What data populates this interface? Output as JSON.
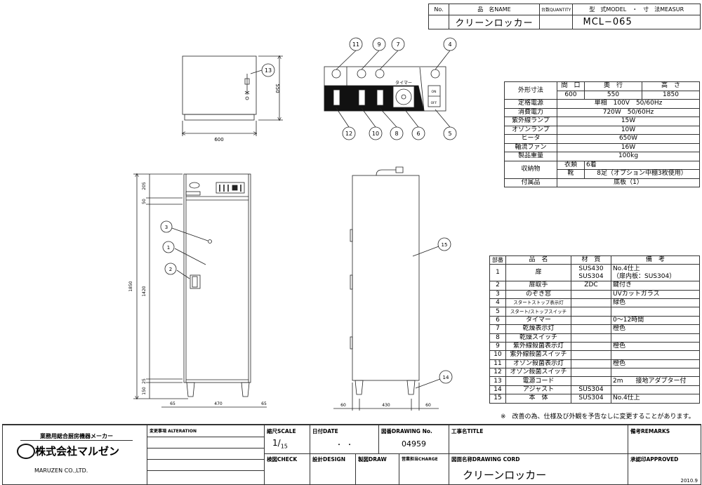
{
  "header": {
    "col_no": "No.",
    "col_name": "品　名NAME",
    "col_qty": "台数QUANTITY",
    "col_model": "型　式MODEL　・　寸　法MEASUR",
    "product_name": "クリーンロッカー",
    "model": "MCL−065"
  },
  "spec": {
    "dims_label": "外形寸法",
    "width_label": "間　口",
    "depth_label": "奥　行",
    "height_label": "高　さ",
    "width": "600",
    "depth": "550",
    "height": "1850",
    "rows": [
      {
        "label": "定格電源",
        "value": "単相　100V　50/60Hz"
      },
      {
        "label": "消費電力",
        "value": "720W　50/60Hz"
      },
      {
        "label": "紫外線ランプ",
        "value": "15W"
      },
      {
        "label": "オゾンランプ",
        "value": "10W"
      },
      {
        "label": "ヒータ",
        "value": "650W"
      },
      {
        "label": "軸流ファン",
        "value": "16W"
      },
      {
        "label": "製品重量",
        "value": "100kg"
      }
    ],
    "storage_label": "収納物",
    "clothes_label": "衣類",
    "clothes_value": "6着",
    "shoes_label": "靴",
    "shoes_value": "8足（オプション中棚3枚使用）",
    "accessory_label": "付属品",
    "accessory_value": "底板（1）"
  },
  "parts": {
    "headers": [
      "部番",
      "品　名",
      "材　質",
      "備　考"
    ],
    "rows": [
      {
        "no": "1",
        "name": "扉",
        "material": "SUS430",
        "note": "No.4仕上",
        "material2": "SUS304",
        "note2": "（扉内板：SUS304）"
      },
      {
        "no": "2",
        "name": "扉取手",
        "material": "ZDC",
        "note": "鍵付き"
      },
      {
        "no": "3",
        "name": "のぞき窓",
        "material": "",
        "note": "UVカットガラス"
      },
      {
        "no": "4",
        "name": "スタートストップ表示灯",
        "material": "",
        "note": "緑色"
      },
      {
        "no": "5",
        "name": "スタート/ストップスイッチ",
        "material": "",
        "note": ""
      },
      {
        "no": "6",
        "name": "タイマー",
        "material": "",
        "note": "0〜12時間"
      },
      {
        "no": "7",
        "name": "乾燥表示灯",
        "material": "",
        "note": "橙色"
      },
      {
        "no": "8",
        "name": "乾燥スイッチ",
        "material": "",
        "note": ""
      },
      {
        "no": "9",
        "name": "紫外線殺菌表示灯",
        "material": "",
        "note": "橙色"
      },
      {
        "no": "10",
        "name": "紫外線殺菌スイッチ",
        "material": "",
        "note": ""
      },
      {
        "no": "11",
        "name": "オゾン殺菌表示灯",
        "material": "",
        "note": "橙色"
      },
      {
        "no": "12",
        "name": "オゾン殺菌スイッチ",
        "material": "",
        "note": ""
      },
      {
        "no": "13",
        "name": "電源コード",
        "material": "",
        "note": "2m　　接地アダプター付"
      },
      {
        "no": "14",
        "name": "アジャスト",
        "material": "SUS304",
        "note": ""
      },
      {
        "no": "15",
        "name": "本　体",
        "material": "SUS304",
        "note": "No.4仕上"
      }
    ],
    "footnote": "※　改善の為、仕様及び外観を予告なしに変更することがあります。"
  },
  "drawing": {
    "top_view": {
      "width_dim": "600",
      "depth_dim": "550",
      "callout": "13"
    },
    "panel": {
      "timer_label": "タイマー",
      "on_label": "ON",
      "off_label": "OFF",
      "callouts_top": [
        "11",
        "9",
        "7",
        "4"
      ],
      "callouts_bottom": [
        "12",
        "10",
        "8",
        "6",
        "5"
      ]
    },
    "front_view": {
      "total_height": "1850",
      "dims_v": [
        "205",
        "50",
        "1420",
        "25",
        "150"
      ],
      "dims_h": [
        "65",
        "470",
        "65"
      ],
      "callouts": [
        "3",
        "1",
        "2"
      ]
    },
    "side_view": {
      "dims_h": [
        "60",
        "430",
        "60"
      ],
      "callouts": [
        "15",
        "14"
      ]
    }
  },
  "title_block": {
    "maker_tagline": "業務用総合厨房機器メーカー",
    "company_jp": "株式会社マルゼン",
    "company_en": "MARUZEN CO.,LTD.",
    "alteration": "変更事項 ALTERATION",
    "scale_label": "縮尺SCALE",
    "scale_num": "1",
    "scale_den": "15",
    "date_label": "日付DATE",
    "date_value": "・　・",
    "drawing_no_label": "図番DRAWING No.",
    "drawing_no": "04959",
    "title_label": "工事名TITLE",
    "remarks_label": "備考REMARKS",
    "check_label": "検図CHECK",
    "design_label": "設計DESIGN",
    "draw_label": "製図DRAW",
    "charge_label": "営業担当CHARGE",
    "cord_label": "図面名称DRAWING CORD",
    "cord_value": "クリーンロッカー",
    "approved_label": "承認印APPROVED",
    "revision": "2010.9"
  }
}
